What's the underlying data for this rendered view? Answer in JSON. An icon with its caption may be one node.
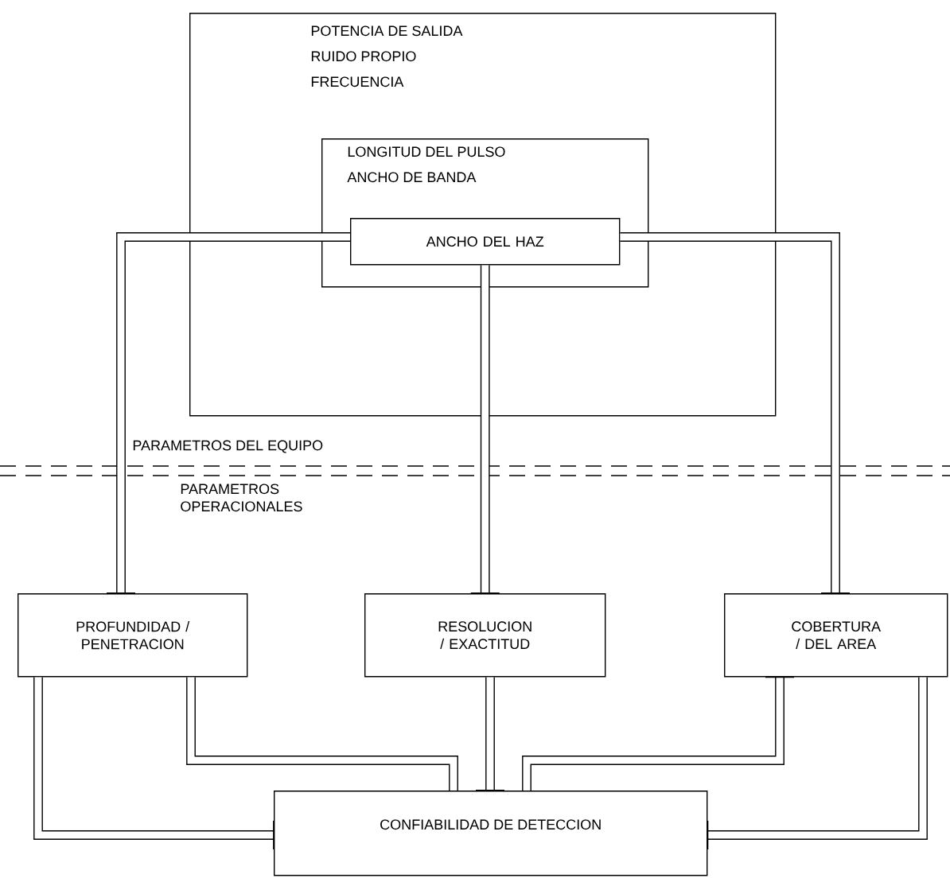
{
  "diagram": {
    "nodes": [
      {
        "text": [
          "POTENCIA DE SALIDA",
          "RUIDO PROPIO",
          "FRECUENCIA"
        ]
      },
      {
        "text": [
          "LONGITUD DEL PULSO",
          "ANCHO DE BANDA"
        ],
        "in": 0
      },
      {
        "text": [
          "ANCHO DEL HAZ"
        ],
        "in": 1
      },
      {
        "text": [
          "PROFUNDIDAD / PENETRACION"
        ]
      },
      {
        "text": [
          "RESOLUCION / EXACTITUD"
        ]
      },
      {
        "text": [
          "COBERTURA / DEL AREA"
        ]
      },
      {
        "text": [
          "CONFIABILIDAD DE DETECCION"
        ]
      }
    ],
    "edges": [
      {
        "from": 2,
        "to": 3,
        "arrow": "other"
      },
      {
        "from": 2,
        "to": 4,
        "arrow": "other"
      },
      {
        "from": 2,
        "to": 5,
        "arrow": "other"
      },
      {
        "from": 3,
        "to": 6,
        "arrow": "other"
      },
      {
        "from": 3,
        "to": 6,
        "arrow": "none"
      },
      {
        "from": 4,
        "to": 6,
        "arrow": "other"
      },
      {
        "from": 5,
        "to": 6,
        "arrow": "other"
      },
      {
        "from": 5,
        "to": 6,
        "arrow": "other"
      }
    ],
    "labels": [
      "PARAMETROS DEL EQUIPO",
      "PARAMETROS OPERACIONALES"
    ]
  }
}
